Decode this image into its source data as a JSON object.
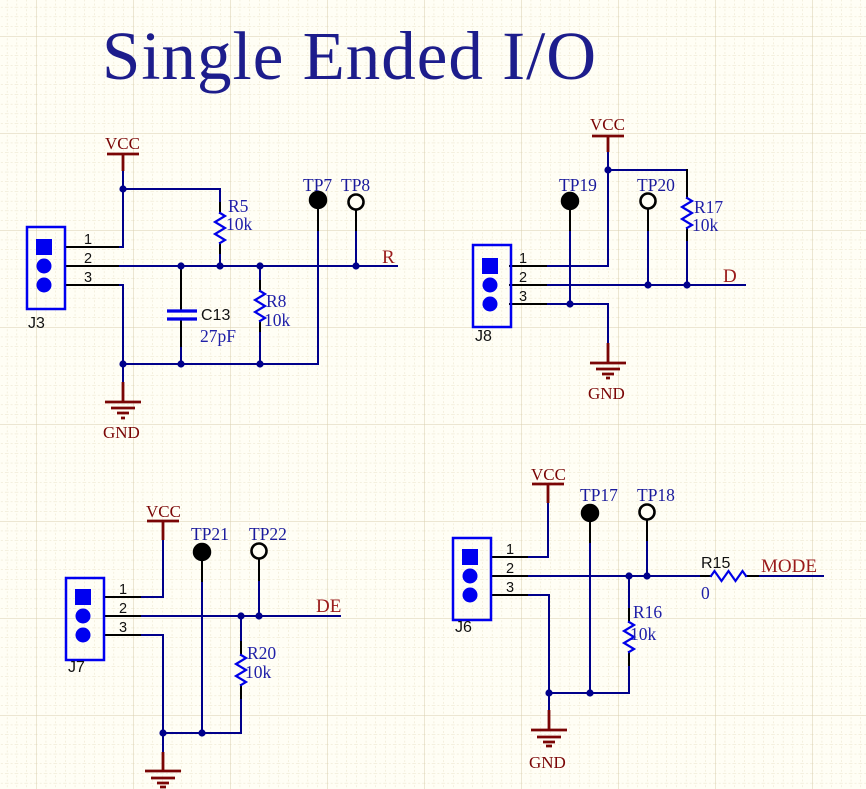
{
  "title": "Single Ended I/O",
  "palette": {
    "background": "#FFFEF5",
    "grid_minor": "#E8E0C6",
    "grid_major": "#D8CFAE",
    "wire": "#00008B",
    "component_blue": "#0000E8",
    "power_maroon": "#7A0505",
    "net_label_red": "#9A1B1B",
    "designator_blue": "#2020A8",
    "title_navy": "#1D1D8C",
    "pin_black": "#000000"
  },
  "c1": {
    "vcc": "VCC",
    "gnd": "GND",
    "conn": "J3",
    "p1": "1",
    "p2": "2",
    "p3": "3",
    "r5": "R5",
    "r5_val": "10k",
    "r8": "R8",
    "r8_val": "10k",
    "c13": "C13",
    "c13_val": "27pF",
    "tp7": "TP7",
    "tp8": "TP8",
    "net": "R"
  },
  "c2": {
    "vcc": "VCC",
    "gnd": "GND",
    "conn": "J8",
    "p1": "1",
    "p2": "2",
    "p3": "3",
    "r17": "R17",
    "r17_val": "10k",
    "tp19": "TP19",
    "tp20": "TP20",
    "net": "D"
  },
  "c3": {
    "vcc": "VCC",
    "conn": "J7",
    "p1": "1",
    "p2": "2",
    "p3": "3",
    "r20": "R20",
    "r20_val": "10k",
    "tp21": "TP21",
    "tp22": "TP22",
    "net": "DE"
  },
  "c4": {
    "vcc": "VCC",
    "gnd": "GND",
    "conn": "J6",
    "p1": "1",
    "p2": "2",
    "p3": "3",
    "r15": "R15",
    "r15_val": "0",
    "r16": "R16",
    "r16_val": "10k",
    "tp17": "TP17",
    "tp18": "TP18",
    "net": "MODE"
  }
}
